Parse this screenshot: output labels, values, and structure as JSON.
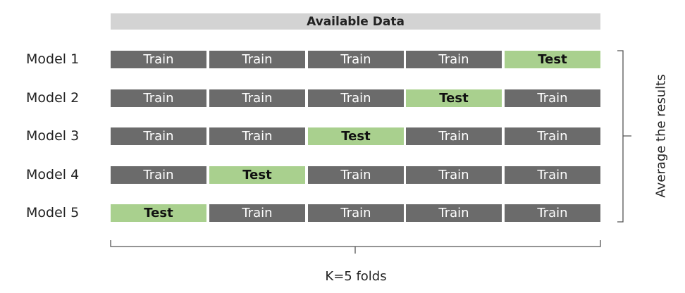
{
  "header": {
    "title": "Available Data"
  },
  "models": [
    {
      "label": "Model 1",
      "folds": [
        "Train",
        "Train",
        "Train",
        "Train",
        "Test"
      ]
    },
    {
      "label": "Model 2",
      "folds": [
        "Train",
        "Train",
        "Train",
        "Test",
        "Train"
      ]
    },
    {
      "label": "Model 3",
      "folds": [
        "Train",
        "Train",
        "Test",
        "Train",
        "Train"
      ]
    },
    {
      "label": "Model 4",
      "folds": [
        "Train",
        "Test",
        "Train",
        "Train",
        "Train"
      ]
    },
    {
      "label": "Model 5",
      "folds": [
        "Test",
        "Train",
        "Train",
        "Train",
        "Train"
      ]
    }
  ],
  "footer": {
    "folds_label": "K=5 folds"
  },
  "side": {
    "average_label": "Average the results"
  },
  "colors": {
    "train": "#6b6b6b",
    "test": "#a9d08e",
    "header": "#d3d3d3"
  }
}
